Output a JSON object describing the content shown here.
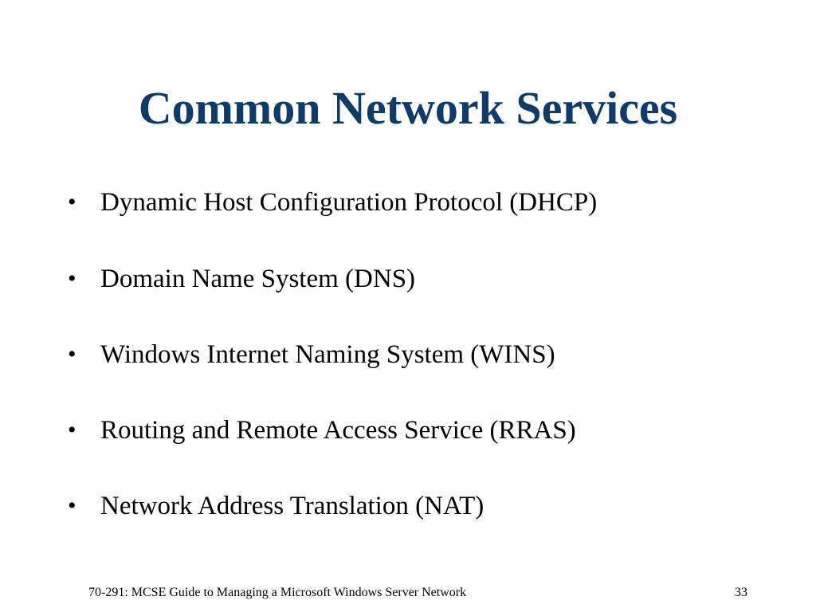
{
  "slide": {
    "title": "Common Network Services",
    "bullet_symbol": "•",
    "bullets": [
      "Dynamic Host Configuration Protocol (DHCP)",
      "Domain Name System (DNS)",
      "Windows Internet Naming System (WINS)",
      "Routing and Remote Access Service (RRAS)",
      "Network Address Translation (NAT)"
    ],
    "footer": "70-291: MCSE Guide to Managing a Microsoft Windows Server Network",
    "page_number": "33",
    "colors": {
      "title": "#0f3b6b",
      "body_text": "#000000",
      "background": "#ffffff"
    }
  }
}
